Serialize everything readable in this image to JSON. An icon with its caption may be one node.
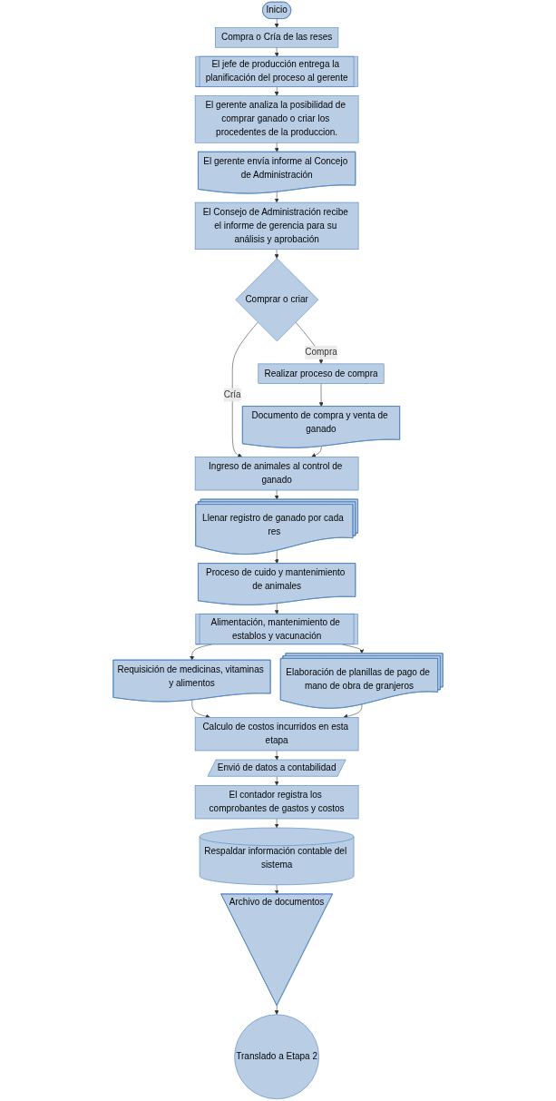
{
  "diagram": {
    "nodes": [
      {
        "text": [
          "Inicio"
        ]
      },
      {
        "text": [
          "Compra o Cría de las reses"
        ]
      },
      {
        "text": [
          "El jefe de producción entrega la planificación del proceso al gerente"
        ]
      },
      {
        "text": [
          "El gerente analiza la posibilidad de comprar ganado o criar los procedentes de la produccion."
        ]
      },
      {
        "text": [
          "El gerente envía informe al Concejo de Administración"
        ]
      },
      {
        "text": [
          "El Consejo de Administración recibe el informe de gerencia para su análisis y aprobación"
        ]
      },
      {
        "text": [
          "Comprar o criar"
        ]
      },
      {
        "text": [
          "Realizar proceso de compra"
        ]
      },
      {
        "text": [
          "Documento de compra y venta de ganado"
        ]
      },
      {
        "text": [
          "Ingreso de animales al control de ganado"
        ]
      },
      {
        "text": [
          "Llenar registro de ganado por cada res"
        ]
      },
      {
        "text": [
          "Proceso de cuido y mantenimiento de animales"
        ]
      },
      {
        "text": [
          "Alimentación, mantenimiento de establos y vacunación"
        ]
      },
      {
        "text": [
          "Requisición de medicinas, vitaminas y alimentos"
        ]
      },
      {
        "text": [
          "Elaboración de planillas de pago de mano de obra de granjeros"
        ]
      },
      {
        "text": [
          "Calculo de costos incurridos en esta etapa"
        ]
      },
      {
        "text": [
          "Envió de datos a contabilidad"
        ]
      },
      {
        "text": [
          "El contador registra los comprobantes de gastos y costos"
        ]
      },
      {
        "text": [
          "Respaldar información contable del sistema"
        ]
      },
      {
        "text": [
          "Archivo de documentos"
        ]
      },
      {
        "text": [
          "Translado a Etapa 2"
        ]
      }
    ],
    "edges": [
      {
        "from": 0,
        "to": 1,
        "arrow": "to"
      },
      {
        "from": 1,
        "to": 2,
        "arrow": "to"
      },
      {
        "from": 2,
        "to": 3,
        "arrow": "to"
      },
      {
        "from": 3,
        "to": 4,
        "arrow": "to"
      },
      {
        "from": 4,
        "to": 5,
        "arrow": "to"
      },
      {
        "from": 5,
        "to": 6,
        "arrow": "to"
      },
      {
        "from": 6,
        "to": 7,
        "label": "Compra",
        "arrow": "to"
      },
      {
        "from": 6,
        "to": 9,
        "label": "Cría",
        "arrow": "to"
      },
      {
        "from": 7,
        "to": 8,
        "arrow": "to"
      },
      {
        "from": 8,
        "to": 9,
        "arrow": "to"
      },
      {
        "from": 9,
        "to": 10,
        "arrow": "to"
      },
      {
        "from": 10,
        "to": 11,
        "arrow": "to"
      },
      {
        "from": 11,
        "to": 12,
        "arrow": "to"
      },
      {
        "from": 12,
        "to": 13,
        "arrow": "to"
      },
      {
        "from": 12,
        "to": 14,
        "arrow": "to"
      },
      {
        "from": 13,
        "to": 15,
        "arrow": "to"
      },
      {
        "from": 14,
        "to": 15,
        "arrow": "to"
      },
      {
        "from": 15,
        "to": 16,
        "arrow": "to"
      },
      {
        "from": 16,
        "to": 17,
        "arrow": "to"
      },
      {
        "from": 17,
        "to": 18,
        "arrow": "to"
      },
      {
        "from": 18,
        "to": 19,
        "arrow": "to"
      },
      {
        "from": 19,
        "to": 20,
        "arrow": "to"
      }
    ]
  }
}
